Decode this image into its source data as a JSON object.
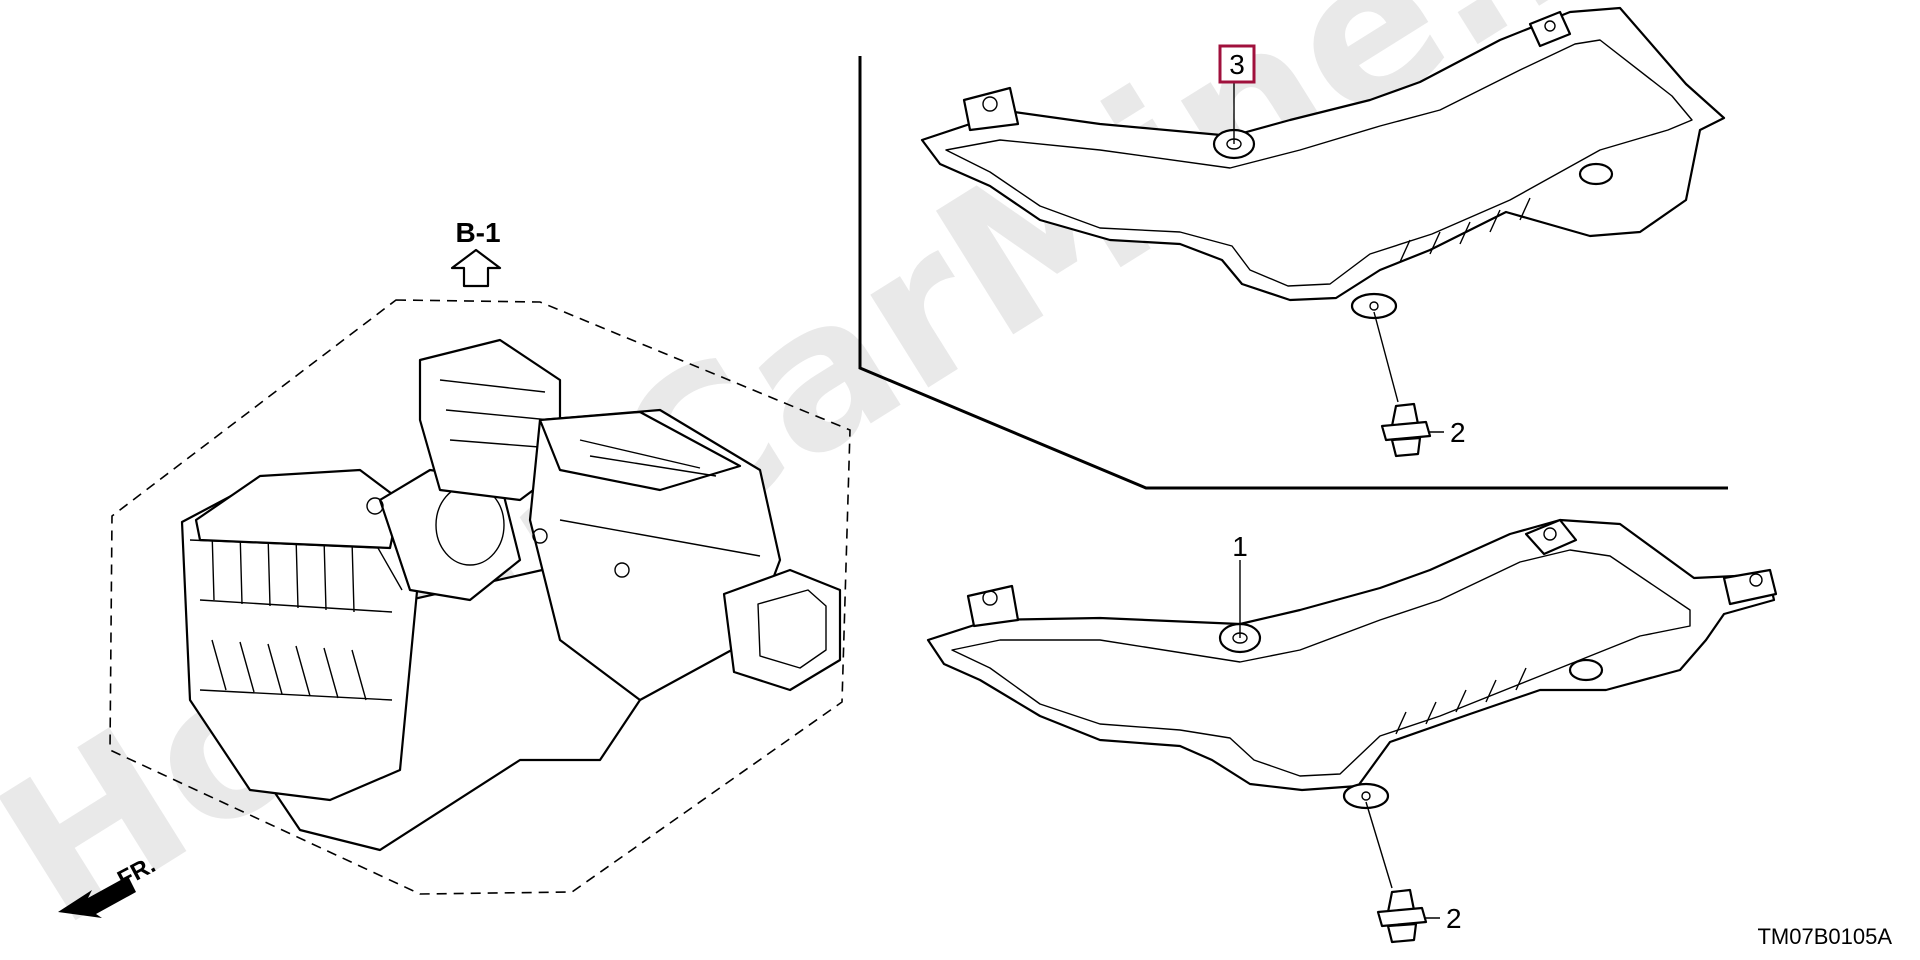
{
  "section_ref": "B-1",
  "front_label": "FR.",
  "callouts": {
    "part_1": "1",
    "part_2_upper": "2",
    "part_2_lower": "2",
    "part_3": "3"
  },
  "diagram_code": "TM07B0105A",
  "watermark": "HondaCarMine.ru",
  "colors": {
    "line": "#000000",
    "highlight_box": "#a0103c",
    "watermark": "#e9e9e9"
  }
}
